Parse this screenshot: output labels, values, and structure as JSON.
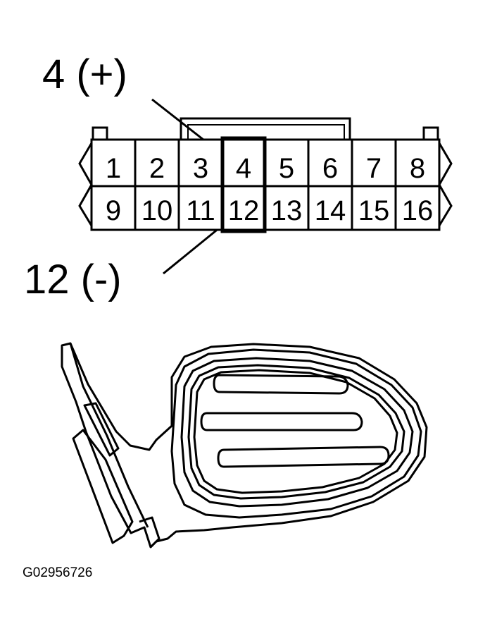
{
  "diagram": {
    "callouts": {
      "positive": "4 (+)",
      "negative": "12 (-)"
    },
    "connector": {
      "top_row": [
        "1",
        "2",
        "3",
        "4",
        "5",
        "6",
        "7",
        "8"
      ],
      "bottom_row": [
        "9",
        "10",
        "11",
        "12",
        "13",
        "14",
        "15",
        "16"
      ],
      "highlighted_pins": [
        "4",
        "12"
      ]
    },
    "figure_code": "G02956726"
  }
}
